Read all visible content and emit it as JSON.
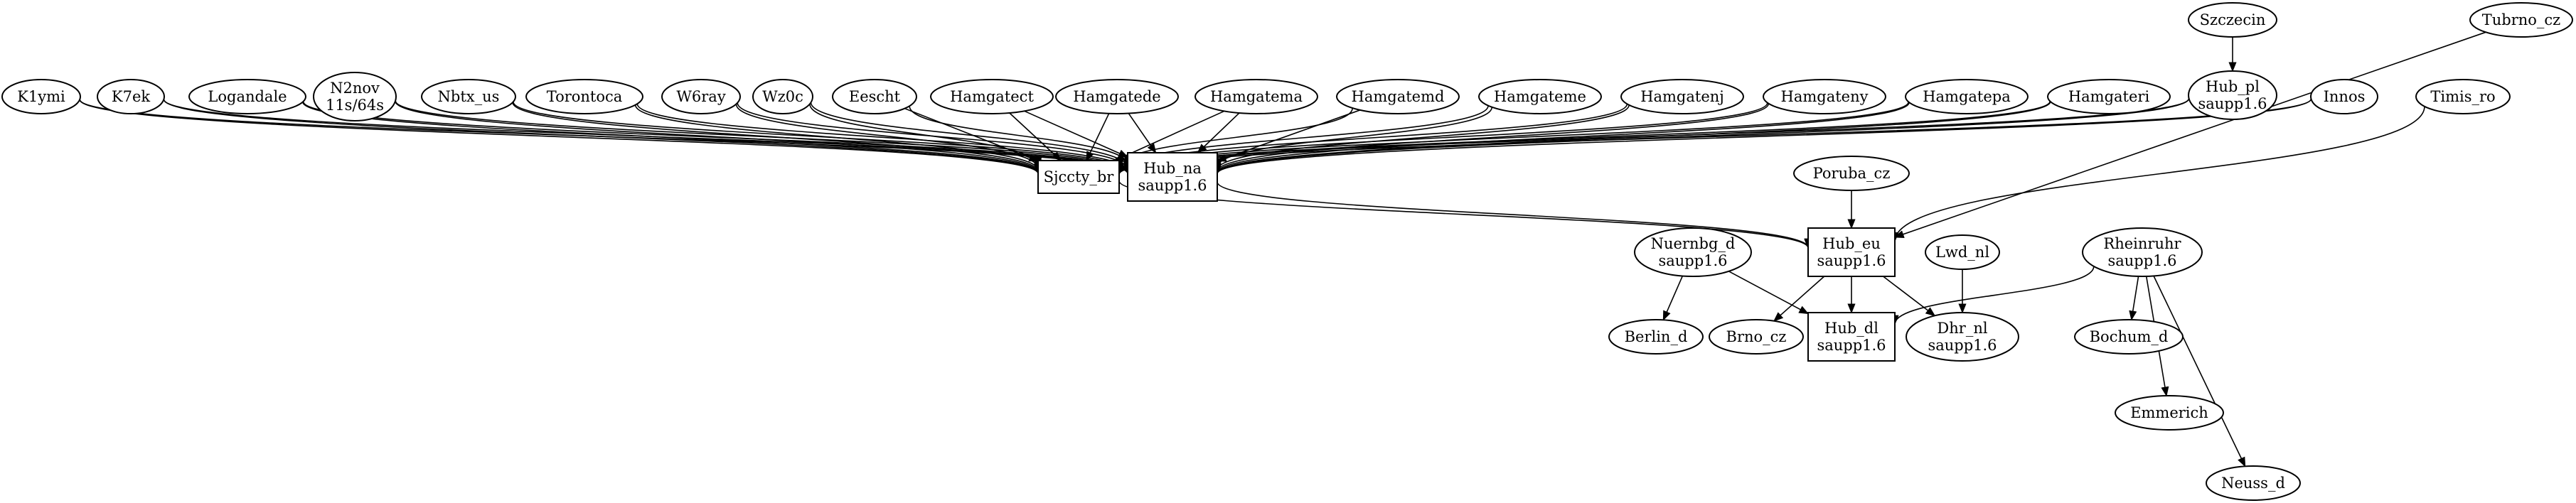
{
  "graph": {
    "colors": {
      "stroke": "#000000",
      "fill": "#ffffff",
      "background": "#ffffff"
    },
    "nodes": [
      {
        "id": "klymi",
        "lines": [
          "K1ymi"
        ],
        "shape": "ellipse"
      },
      {
        "id": "k7ek",
        "lines": [
          "K7ek"
        ],
        "shape": "ellipse"
      },
      {
        "id": "logandale",
        "lines": [
          "Logandale"
        ],
        "shape": "ellipse"
      },
      {
        "id": "n2nov",
        "lines": [
          "N2nov",
          "11s/64s"
        ],
        "shape": "ellipse"
      },
      {
        "id": "nbtx_us",
        "lines": [
          "Nbtx_us"
        ],
        "shape": "ellipse"
      },
      {
        "id": "torontoca",
        "lines": [
          "Torontoca"
        ],
        "shape": "ellipse"
      },
      {
        "id": "w6ray",
        "lines": [
          "W6ray"
        ],
        "shape": "ellipse"
      },
      {
        "id": "wz0c",
        "lines": [
          "Wz0c"
        ],
        "shape": "ellipse"
      },
      {
        "id": "eescht",
        "lines": [
          "Eescht"
        ],
        "shape": "ellipse"
      },
      {
        "id": "hamgatect",
        "lines": [
          "Hamgatect"
        ],
        "shape": "ellipse"
      },
      {
        "id": "hamgatede",
        "lines": [
          "Hamgatede"
        ],
        "shape": "ellipse"
      },
      {
        "id": "hamgatema",
        "lines": [
          "Hamgatema"
        ],
        "shape": "ellipse"
      },
      {
        "id": "hamgatemd",
        "lines": [
          "Hamgatemd"
        ],
        "shape": "ellipse"
      },
      {
        "id": "hamgateme",
        "lines": [
          "Hamgateme"
        ],
        "shape": "ellipse"
      },
      {
        "id": "hamgatenj",
        "lines": [
          "Hamgatenj"
        ],
        "shape": "ellipse"
      },
      {
        "id": "hamgateny",
        "lines": [
          "Hamgateny"
        ],
        "shape": "ellipse"
      },
      {
        "id": "hamgatepa",
        "lines": [
          "Hamgatepa"
        ],
        "shape": "ellipse"
      },
      {
        "id": "hamgateri",
        "lines": [
          "Hamgateri"
        ],
        "shape": "ellipse"
      },
      {
        "id": "szczecin",
        "lines": [
          "Szczecin"
        ],
        "shape": "ellipse"
      },
      {
        "id": "hub_pl",
        "lines": [
          "Hub_pl",
          "saupp1.6"
        ],
        "shape": "ellipse"
      },
      {
        "id": "innos",
        "lines": [
          "Innos"
        ],
        "shape": "ellipse"
      },
      {
        "id": "timis_ro",
        "lines": [
          "Timis_ro"
        ],
        "shape": "ellipse"
      },
      {
        "id": "tubrno_cz",
        "lines": [
          "Tubrno_cz"
        ],
        "shape": "ellipse"
      },
      {
        "id": "sjccty_br",
        "lines": [
          "Sjccty_br"
        ],
        "shape": "box"
      },
      {
        "id": "hub_na",
        "lines": [
          "Hub_na",
          "saupp1.6"
        ],
        "shape": "box"
      },
      {
        "id": "poruba_cz",
        "lines": [
          "Poruba_cz"
        ],
        "shape": "ellipse"
      },
      {
        "id": "hub_eu",
        "lines": [
          "Hub_eu",
          "saupp1.6"
        ],
        "shape": "box"
      },
      {
        "id": "nuernbg_d",
        "lines": [
          "Nuernbg_d",
          "saupp1.6"
        ],
        "shape": "ellipse"
      },
      {
        "id": "lwd_nl",
        "lines": [
          "Lwd_nl"
        ],
        "shape": "ellipse"
      },
      {
        "id": "rheinruhr",
        "lines": [
          "Rheinruhr",
          "saupp1.6"
        ],
        "shape": "ellipse"
      },
      {
        "id": "berlin_d",
        "lines": [
          "Berlin_d"
        ],
        "shape": "ellipse"
      },
      {
        "id": "brno_cz",
        "lines": [
          "Brno_cz"
        ],
        "shape": "ellipse"
      },
      {
        "id": "hub_dl",
        "lines": [
          "Hub_dl",
          "saupp1.6"
        ],
        "shape": "box"
      },
      {
        "id": "dhr_nl",
        "lines": [
          "Dhr_nl",
          "saupp1.6"
        ],
        "shape": "ellipse"
      },
      {
        "id": "bochum_d",
        "lines": [
          "Bochum_d"
        ],
        "shape": "ellipse"
      },
      {
        "id": "emmerich",
        "lines": [
          "Emmerich"
        ],
        "shape": "ellipse"
      },
      {
        "id": "neuss_d",
        "lines": [
          "Neuss_d"
        ],
        "shape": "ellipse"
      }
    ],
    "edges": [
      {
        "from": "klymi",
        "to": "sjccty_br"
      },
      {
        "from": "klymi",
        "to": "hub_na"
      },
      {
        "from": "k7ek",
        "to": "sjccty_br"
      },
      {
        "from": "k7ek",
        "to": "hub_na"
      },
      {
        "from": "logandale",
        "to": "sjccty_br"
      },
      {
        "from": "logandale",
        "to": "hub_na"
      },
      {
        "from": "n2nov",
        "to": "sjccty_br"
      },
      {
        "from": "n2nov",
        "to": "hub_na"
      },
      {
        "from": "nbtx_us",
        "to": "sjccty_br"
      },
      {
        "from": "nbtx_us",
        "to": "hub_na"
      },
      {
        "from": "torontoca",
        "to": "sjccty_br"
      },
      {
        "from": "torontoca",
        "to": "hub_na"
      },
      {
        "from": "w6ray",
        "to": "sjccty_br"
      },
      {
        "from": "w6ray",
        "to": "hub_na"
      },
      {
        "from": "wz0c",
        "to": "sjccty_br"
      },
      {
        "from": "wz0c",
        "to": "hub_na"
      },
      {
        "from": "eescht",
        "to": "sjccty_br"
      },
      {
        "from": "eescht",
        "to": "hub_na"
      },
      {
        "from": "hamgatect",
        "to": "sjccty_br"
      },
      {
        "from": "hamgatect",
        "to": "hub_na"
      },
      {
        "from": "hamgatede",
        "to": "sjccty_br"
      },
      {
        "from": "hamgatede",
        "to": "hub_na"
      },
      {
        "from": "hamgatema",
        "to": "sjccty_br"
      },
      {
        "from": "hamgatema",
        "to": "hub_na"
      },
      {
        "from": "hamgatemd",
        "to": "sjccty_br"
      },
      {
        "from": "hamgatemd",
        "to": "hub_na"
      },
      {
        "from": "hamgateme",
        "to": "sjccty_br"
      },
      {
        "from": "hamgateme",
        "to": "hub_na"
      },
      {
        "from": "hamgatenj",
        "to": "sjccty_br"
      },
      {
        "from": "hamgatenj",
        "to": "hub_na"
      },
      {
        "from": "hamgateny",
        "to": "sjccty_br"
      },
      {
        "from": "hamgateny",
        "to": "hub_na"
      },
      {
        "from": "hamgatepa",
        "to": "sjccty_br"
      },
      {
        "from": "hamgatepa",
        "to": "hub_na"
      },
      {
        "from": "hamgateri",
        "to": "sjccty_br"
      },
      {
        "from": "hamgateri",
        "to": "hub_na"
      },
      {
        "from": "hub_pl",
        "to": "sjccty_br"
      },
      {
        "from": "hub_pl",
        "to": "hub_na"
      },
      {
        "from": "innos",
        "to": "sjccty_br"
      },
      {
        "from": "innos",
        "to": "hub_na"
      },
      {
        "from": "szczecin",
        "to": "hub_pl"
      },
      {
        "from": "timis_ro",
        "to": "hub_eu"
      },
      {
        "from": "tubrno_cz",
        "to": "hub_eu"
      },
      {
        "from": "sjccty_br",
        "to": "hub_eu"
      },
      {
        "from": "hub_na",
        "to": "hub_eu"
      },
      {
        "from": "poruba_cz",
        "to": "hub_eu"
      },
      {
        "from": "hub_eu",
        "to": "brno_cz"
      },
      {
        "from": "hub_eu",
        "to": "hub_dl"
      },
      {
        "from": "hub_eu",
        "to": "dhr_nl"
      },
      {
        "from": "nuernbg_d",
        "to": "berlin_d"
      },
      {
        "from": "nuernbg_d",
        "to": "hub_dl"
      },
      {
        "from": "lwd_nl",
        "to": "dhr_nl"
      },
      {
        "from": "rheinruhr",
        "to": "hub_dl"
      },
      {
        "from": "rheinruhr",
        "to": "bochum_d"
      },
      {
        "from": "rheinruhr",
        "to": "emmerich"
      },
      {
        "from": "rheinruhr",
        "to": "neuss_d"
      }
    ]
  }
}
